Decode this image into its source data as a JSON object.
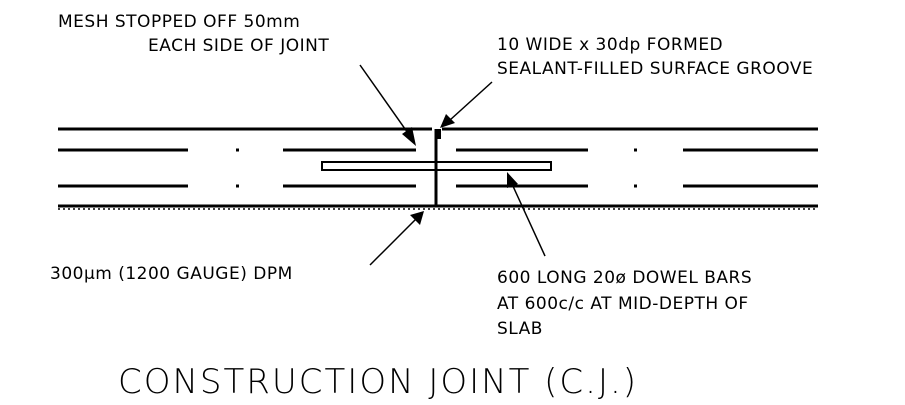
{
  "annotations": {
    "mesh_line1": "MESH STOPPED OFF 50mm",
    "mesh_line2": "EACH SIDE OF JOINT",
    "groove_line1": "10 WIDE x 30dp FORMED",
    "groove_line2": "SEALANT-FILLED SURFACE GROOVE",
    "dpm": "300μm (1200 GAUGE) DPM",
    "dowel_line1": "600 LONG 20ø DOWEL BARS",
    "dowel_line2": "AT 600c/c AT MID-DEPTH OF",
    "dowel_line3": "SLAB"
  },
  "title": "CONSTRUCTION JOINT (C.J.)"
}
